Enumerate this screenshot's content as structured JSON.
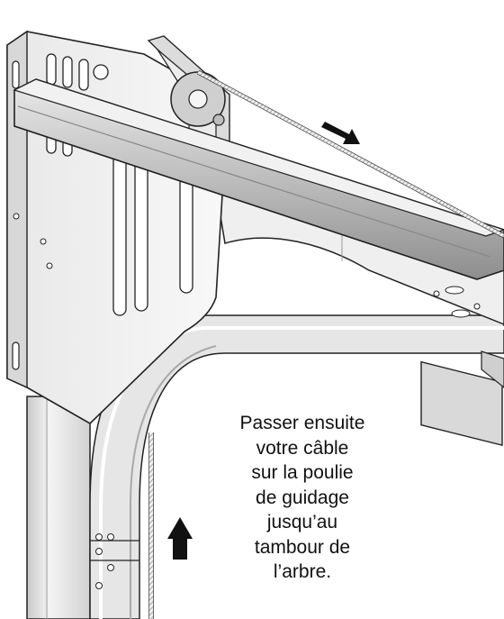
{
  "caption": {
    "lines": [
      "Passer ensuite",
      "votre câble",
      "sur la poulie",
      "de guidage",
      "jusqu’au",
      "tambour de",
      "l’arbre."
    ]
  },
  "arrows": {
    "cable_direction": "down-right",
    "vertical_direction": "up"
  },
  "colors": {
    "line": "#222222",
    "metal_light": "#f2f2f2",
    "metal_mid": "#d6d6d6",
    "metal_dark": "#9a9a9a",
    "arrow": "#111111"
  }
}
